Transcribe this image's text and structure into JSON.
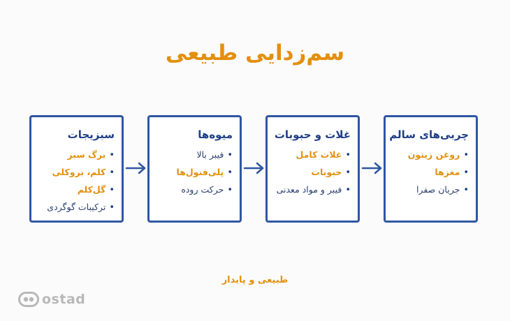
{
  "title": "سم‌زدایی طبیعی",
  "footer": "طبیعی و پایدار",
  "logo": {
    "text": "ostad"
  },
  "colors": {
    "accent": "#e3900f",
    "border": "#2f56a3",
    "heading": "#1f3f86"
  },
  "boxes": [
    {
      "title": "چربی‌های سالم",
      "items": [
        {
          "text": "روغن زیتون",
          "highlight": true
        },
        {
          "text": "مغزها",
          "highlight": true
        },
        {
          "text": "جریان صفرا",
          "highlight": false
        }
      ]
    },
    {
      "title": "غلات و حبوبات",
      "items": [
        {
          "text": "غلات کامل",
          "highlight": true
        },
        {
          "text": "حبوبات",
          "highlight": true
        },
        {
          "text": "فیبر و مواد معدنی",
          "highlight": false
        }
      ]
    },
    {
      "title": "میوه‌ها",
      "items": [
        {
          "text": "فیبر بالا",
          "highlight": false
        },
        {
          "text": "پلی‌فنول‌ها",
          "highlight": true
        },
        {
          "text": "حرکت روده",
          "highlight": false
        }
      ]
    },
    {
      "title": "سبزیجات",
      "items": [
        {
          "text": "برگ سبز",
          "highlight": true
        },
        {
          "text": "کلم، بروکلی",
          "highlight": true
        },
        {
          "text": "گل‌کلم",
          "highlight": true
        },
        {
          "text": "ترکیبات گوگردی",
          "highlight": false
        }
      ]
    }
  ]
}
